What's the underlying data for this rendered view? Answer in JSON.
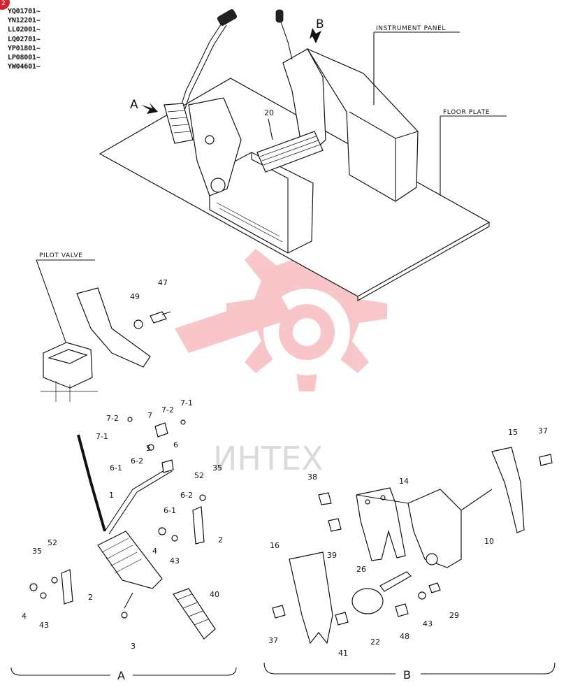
{
  "corner_badge": "2",
  "serial_numbers": [
    "YQ01701~",
    "YN12201~",
    "LL02001~",
    "LQ02701~",
    "YP01801~",
    "LP08001~",
    "YW04601~"
  ],
  "labels": {
    "instrument_panel": "INSTRUMENT PANEL",
    "floor_plate": "FLOOR PLATE",
    "pilot_valve": "PILOT VALVE",
    "view_a": "A",
    "view_b": "B",
    "section_a": "A",
    "section_b": "B",
    "watermark": "ИНТЕХ"
  },
  "callouts": {
    "p20": "20",
    "p49": "49",
    "p47": "47",
    "p7_2a": "7-2",
    "p7a": "7",
    "p7_2b": "7-2",
    "p7_1a": "7-1",
    "p7_1b": "7-1",
    "p5": "5",
    "p6": "6",
    "p6_2a": "6-2",
    "p6_1a": "6-1",
    "p1": "1",
    "p52a": "52",
    "p35a": "35",
    "p6_2b": "6-2",
    "p6_1b": "6-1",
    "p4a": "4",
    "p43a": "43",
    "p2a": "2",
    "p35b": "35",
    "p52b": "52",
    "p4b": "4",
    "p43b": "43",
    "p2b": "2",
    "p3": "3",
    "p40": "40",
    "p38": "38",
    "p14": "14",
    "p15": "15",
    "p37a": "37",
    "p39": "39",
    "p10": "10",
    "p16": "16",
    "p26": "26",
    "p22": "22",
    "p48": "48",
    "p43c": "43",
    "p29": "29",
    "p37b": "37",
    "p41": "41"
  },
  "colors": {
    "ink": "#111111",
    "badge": "#d2232a",
    "watermark": "#e8343c"
  }
}
